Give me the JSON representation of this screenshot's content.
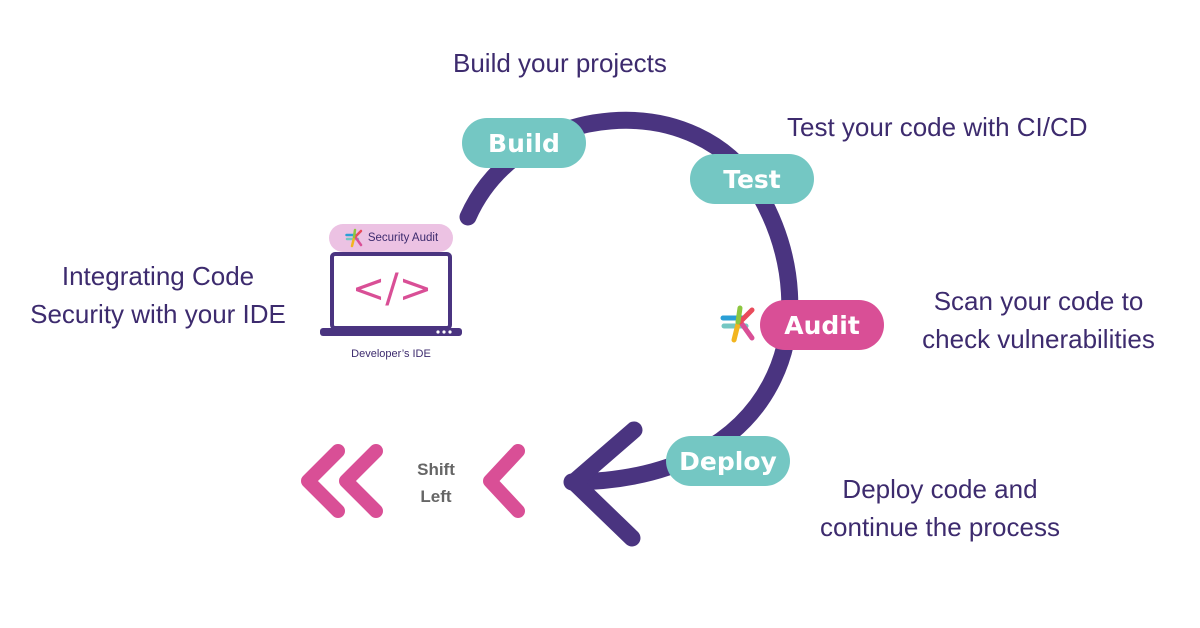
{
  "captions": {
    "build": "Build your projects",
    "test": "Test your code with CI/CD",
    "audit_line1": "Scan your code to",
    "audit_line2": "check vulnerabilities",
    "deploy_line1": "Deploy code and",
    "deploy_line2": "continue the process",
    "ide_line1": "Integrating Code",
    "ide_line2": "Security with your IDE"
  },
  "stages": {
    "build": "Build",
    "test": "Test",
    "audit": "Audit",
    "deploy": "Deploy"
  },
  "ide": {
    "badge": "Security Audit",
    "code_symbol": "</>",
    "caption": "Developer’s IDE"
  },
  "shift": {
    "line1": "Shift",
    "line2": "Left"
  },
  "colors": {
    "cycle": "#4a3480",
    "teal": "#74c7c3",
    "pink": "#d94f96",
    "text": "#3d2b6e"
  },
  "icons": [
    "cycle-arrow-icon",
    "laptop-icon",
    "logo-icon",
    "double-chevron-left-icon",
    "chevron-left-icon"
  ]
}
